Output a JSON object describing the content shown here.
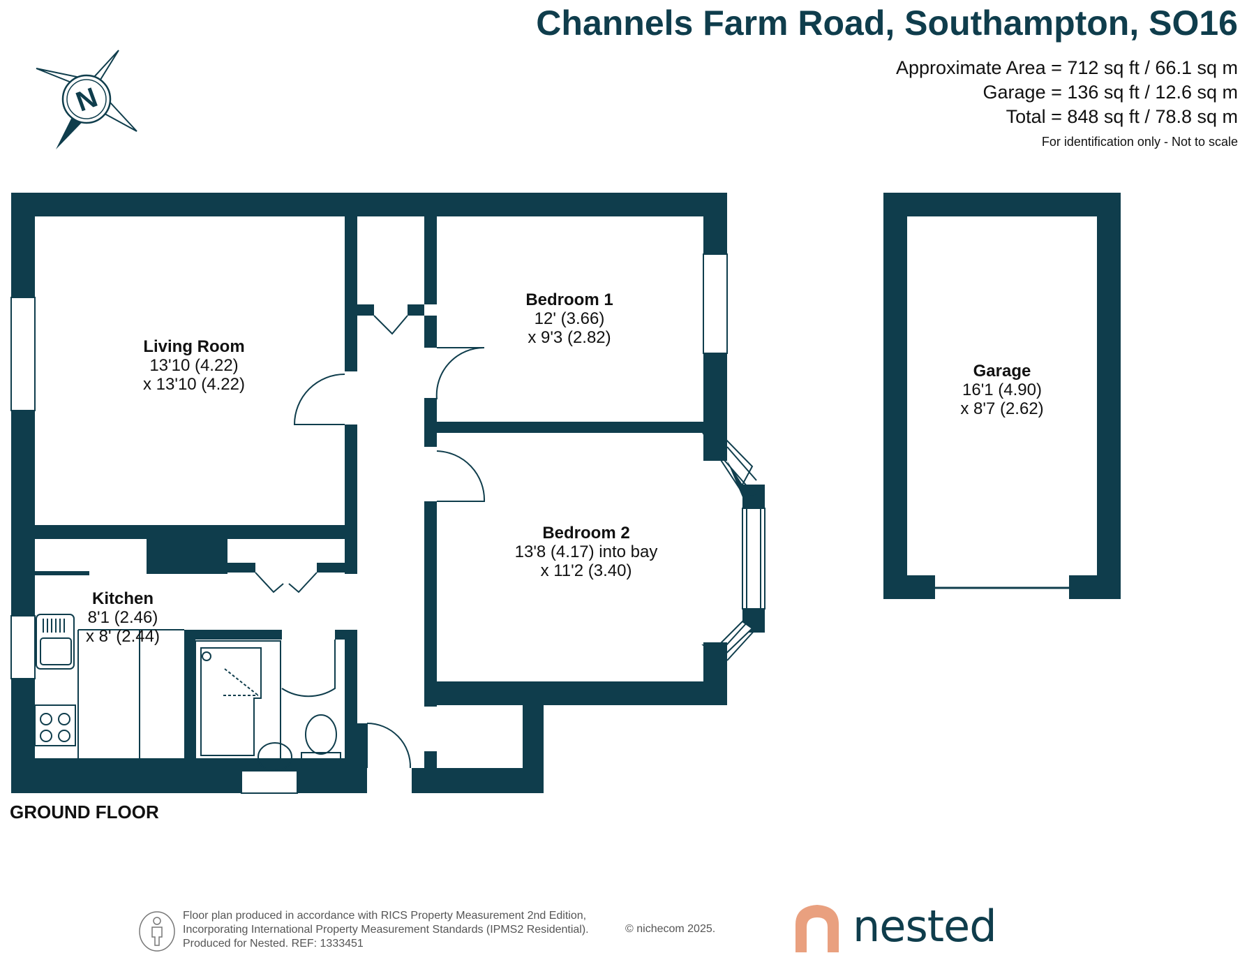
{
  "header": {
    "title": "Channels Farm Road, Southampton, SO16",
    "areas": [
      "Approximate Area = 712 sq ft / 66.1 sq m",
      "Garage = 136 sq ft / 12.6 sq m",
      "Total = 848 sq ft / 78.8 sq m"
    ],
    "note": "For identification only - Not to scale"
  },
  "compass": {
    "letter": "N",
    "icon": "north-compass-icon"
  },
  "rooms": {
    "living": {
      "name": "Living Room",
      "dim1": "13'10 (4.22)",
      "dim2": "x 13'10 (4.22)"
    },
    "bedroom1": {
      "name": "Bedroom 1",
      "dim1": "12' (3.66)",
      "dim2": "x 9'3 (2.82)"
    },
    "bedroom2": {
      "name": "Bedroom 2",
      "dim1": "13'8 (4.17) into bay",
      "dim2": "x 11'2 (3.40)"
    },
    "kitchen": {
      "name": "Kitchen",
      "dim1": "8'1 (2.46)",
      "dim2": "x 8' (2.44)"
    },
    "garage": {
      "name": "Garage",
      "dim1": "16'1 (4.90)",
      "dim2": "x 8'7 (2.62)"
    }
  },
  "floor_label": "GROUND FLOOR",
  "footer": {
    "lines": [
      "Floor plan produced in accordance with RICS Property Measurement 2nd Edition,",
      "Incorporating International Property Measurement Standards (IPMS2 Residential).",
      "Produced for Nested.  REF:  1333451"
    ],
    "copyright": "© nichecom 2025.",
    "brand": "nested",
    "icons": [
      "person-icon",
      "house-logo-icon"
    ]
  },
  "colors": {
    "wall": "#0f3d4c",
    "brand_orange": "#e9a07f",
    "title": "#0f3d4c"
  }
}
